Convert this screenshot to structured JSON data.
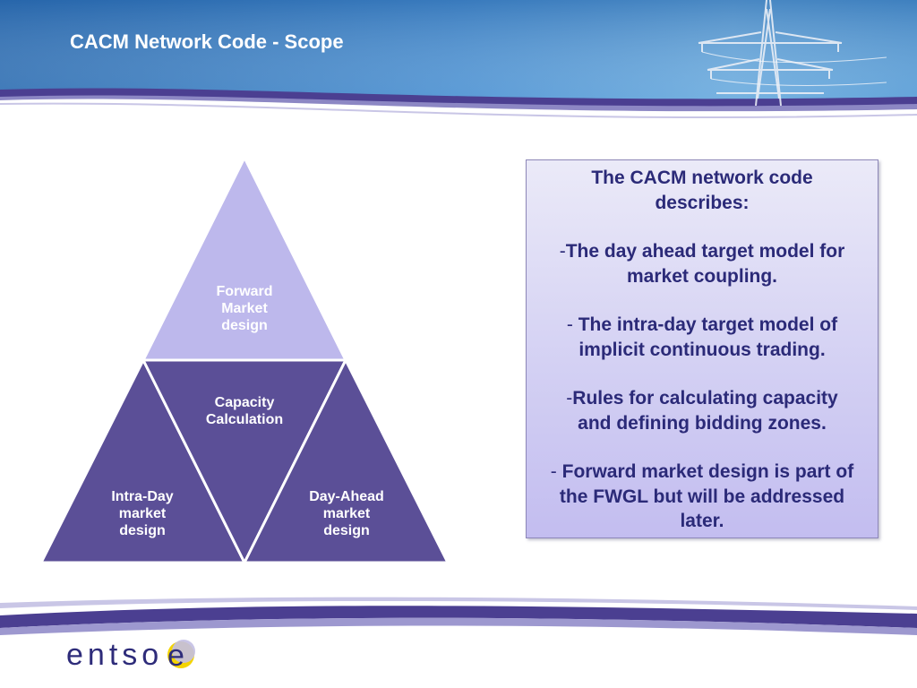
{
  "slide": {
    "title": "CACM Network Code - Scope"
  },
  "pyramid": {
    "top": [
      "Forward",
      "Market",
      "design"
    ],
    "center": [
      "Capacity",
      "Calculation"
    ],
    "left": [
      "Intra-Day",
      "market",
      "design"
    ],
    "right": [
      "Day-Ahead",
      "market",
      "design"
    ]
  },
  "textbox": {
    "heading_line1": "The CACM network code",
    "heading_line2": "describes:",
    "item1_dash": "-",
    "item1_line1": "The day ahead target model for",
    "item1_line2": "market coupling.",
    "item2_dash": "- ",
    "item2_line1": "The intra-day target model of",
    "item2_line2": "implicit continuous trading.",
    "item3_dash": "-",
    "item3_line1": "Rules for calculating capacity",
    "item3_line2": "and defining bidding zones.",
    "item4_dash": "- ",
    "item4_line1": "Forward market design is part of",
    "item4_line2": "the FWGL but will be addressed",
    "item4_line3": "later."
  },
  "footer": {
    "logo_text": "entso",
    "logo_e": "e"
  },
  "colors": {
    "pyramid_top": "#bdb8ec",
    "pyramid_base": "#5b4f97",
    "text_primary": "#2b2a78",
    "logo_e_yellow": "#f4d400"
  }
}
